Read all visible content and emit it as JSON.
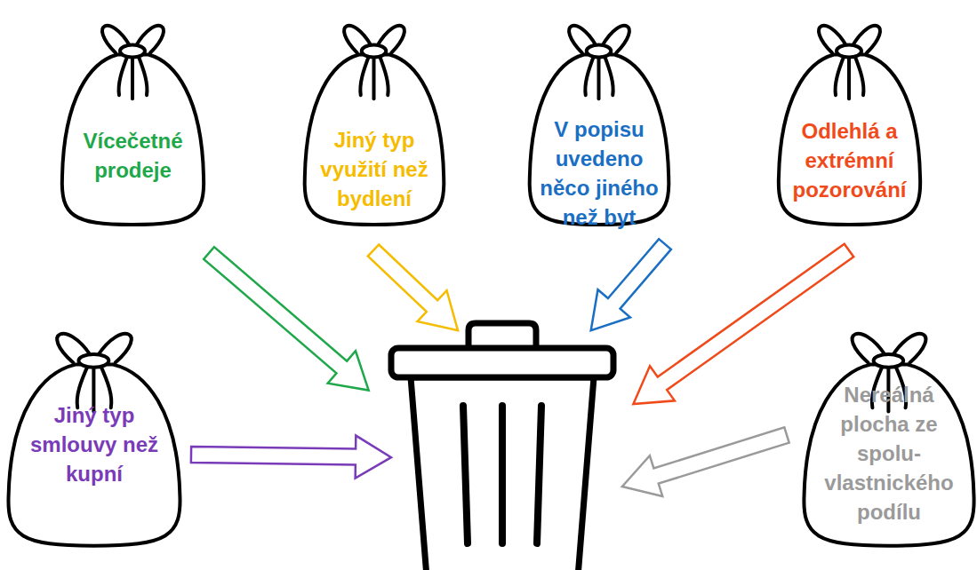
{
  "diagram": {
    "nodes": [
      {
        "text": [
          "Vícečetné prodeje"
        ]
      },
      {
        "text": [
          "Jiný typ využití než bydlení"
        ]
      },
      {
        "text": [
          "V popisu uvedeno něco jiného než byt"
        ]
      },
      {
        "text": [
          "Odlehlá a extrémní pozorování"
        ]
      },
      {
        "text": [
          "Jiný typ smlouvy než kupní"
        ]
      },
      {
        "text": [
          "Nereálná plocha ze spolu- vlastnického podílu"
        ]
      }
    ]
  }
}
